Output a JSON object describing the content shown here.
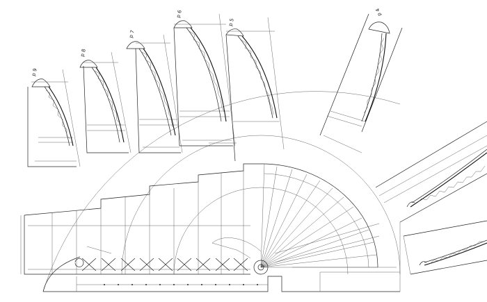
{
  "drawing": {
    "background": "#ffffff",
    "line_color": "#222222"
  },
  "panel_labels": [
    {
      "id": "p9",
      "text": "p 9"
    },
    {
      "id": "p8",
      "text": "p 8"
    },
    {
      "id": "p7",
      "text": "p 7"
    },
    {
      "id": "p6",
      "text": "p 6"
    },
    {
      "id": "p5",
      "text": "p 5"
    },
    {
      "id": "p4",
      "text": "p 4"
    }
  ]
}
